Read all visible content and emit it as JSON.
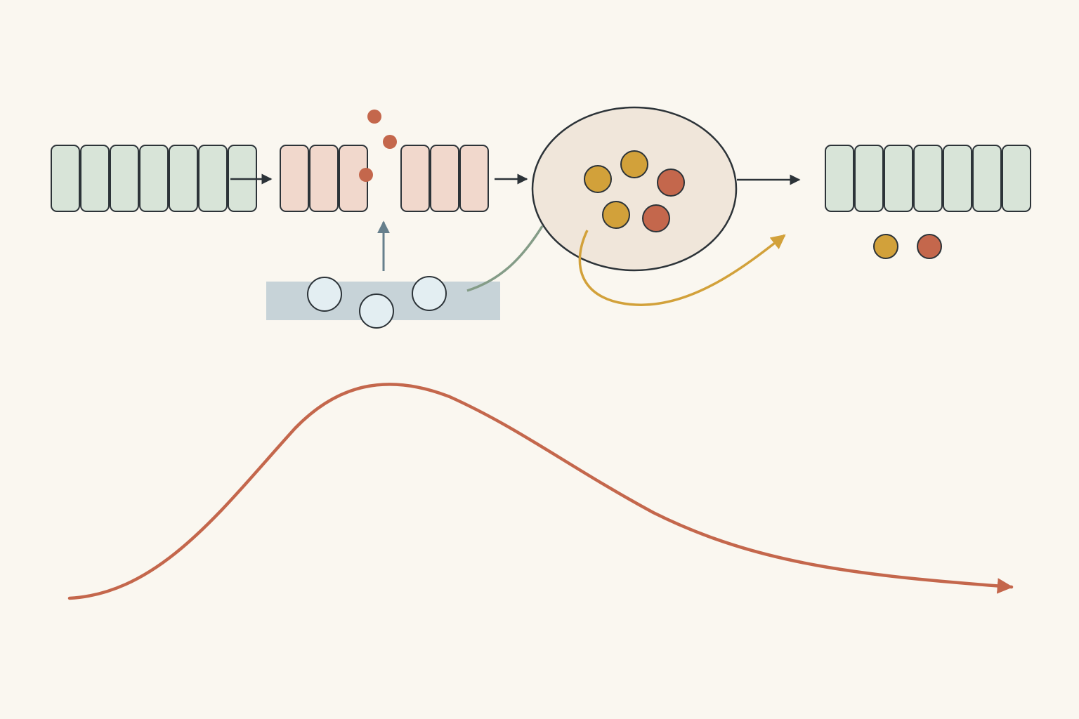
{
  "diagram": {
    "colors": {
      "background": "#faf7f0",
      "outline": "#2c3338",
      "healthy_cell_fill": "#d8e4d8",
      "damaged_cell_fill": "#f1d8cc",
      "debris_dot": "#c4674c",
      "repair_strip_fill": "#c7d3d8",
      "repair_cell_fill": "#e3eef2",
      "repair_arrow": "#667f8c",
      "chamber_fill": "#f0e6da",
      "yellow_particle": "#d2a13a",
      "red_particle": "#c4674c",
      "green_connector": "#849c87",
      "curve": "#c4674c"
    },
    "groups": {
      "intact_row_left": {
        "blocks": 7,
        "state": "healthy",
        "icon": "cell-block"
      },
      "damaged_row": {
        "blocks": 6,
        "gap_after_block": 3,
        "state": "damaged",
        "icon": "cell-block"
      },
      "debris": {
        "particles": 3,
        "icon": "dot"
      },
      "repair_strip": {
        "cells": 3,
        "icon": "circle"
      },
      "chamber": {
        "particles": [
          {
            "color": "yellow"
          },
          {
            "color": "yellow"
          },
          {
            "color": "red"
          },
          {
            "color": "yellow"
          },
          {
            "color": "red"
          }
        ]
      },
      "intact_row_right": {
        "blocks": 7,
        "state": "healthy",
        "icon": "cell-block"
      },
      "released_particles": [
        {
          "color": "yellow"
        },
        {
          "color": "red"
        }
      ],
      "curve": {
        "shape": "rise-then-long-decay",
        "icon": "arrow-head"
      }
    }
  }
}
